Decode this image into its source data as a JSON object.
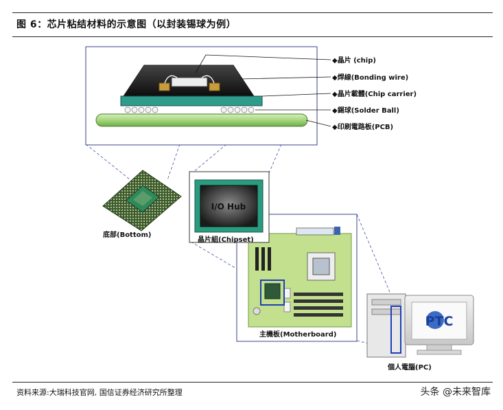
{
  "figure_title": "图 6：芯片粘结材料的示意图（以封装锡球为例）",
  "callouts": {
    "chip": "◆晶片 (chip)",
    "bonding_wire": "◆焊線(Bonding wire)",
    "chip_carrier": "◆晶片載體(Chip carrier)",
    "solder_ball": "◆錫球(Solder Ball)",
    "pcb": "◆印刷電路板(PCB)"
  },
  "labels": {
    "bottom": "底部(Bottom)",
    "chipset": "晶片組(Chipset)",
    "io_hub": "I/O Hub",
    "motherboard": "主機板(Motherboard)",
    "pc": "個人電腦(PC)",
    "logo": "PTC"
  },
  "source": "资料来源:大瑞科技官网, 国信证券经济研究所整理",
  "watermark": "头条 @未来智库"
}
